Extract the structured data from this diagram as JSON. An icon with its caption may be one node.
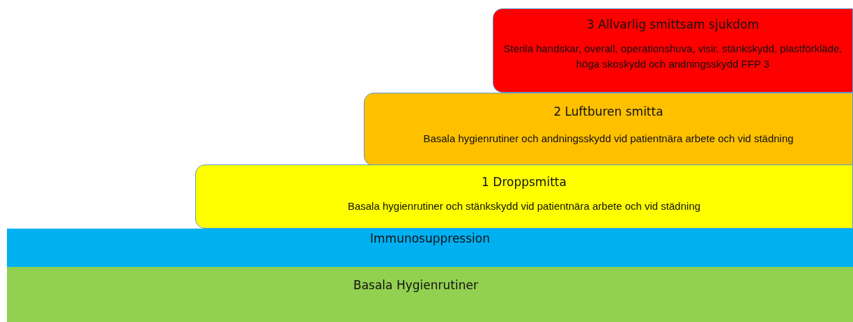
{
  "diagram": {
    "nodes": [
      {
        "text": [
          "3 Allvarlig smittsam sjukdom",
          "Sterila handskar, overall, operationshuva, visir, stänkskydd, plastförkläde, höga skoskydd och andningsskydd FFP 3"
        ]
      },
      {
        "text": [
          "2 Luftburen smitta",
          "Basala hygienrutiner och andningsskydd vid patientnära arbete och vid städning"
        ]
      },
      {
        "text": [
          "1 Droppsmitta",
          "Basala hygienrutiner och stänkskydd vid patientnära arbete och vid städning"
        ]
      },
      {
        "text": [
          "Immunosuppression"
        ]
      },
      {
        "text": [
          "Basala Hygienrutiner"
        ]
      }
    ]
  }
}
